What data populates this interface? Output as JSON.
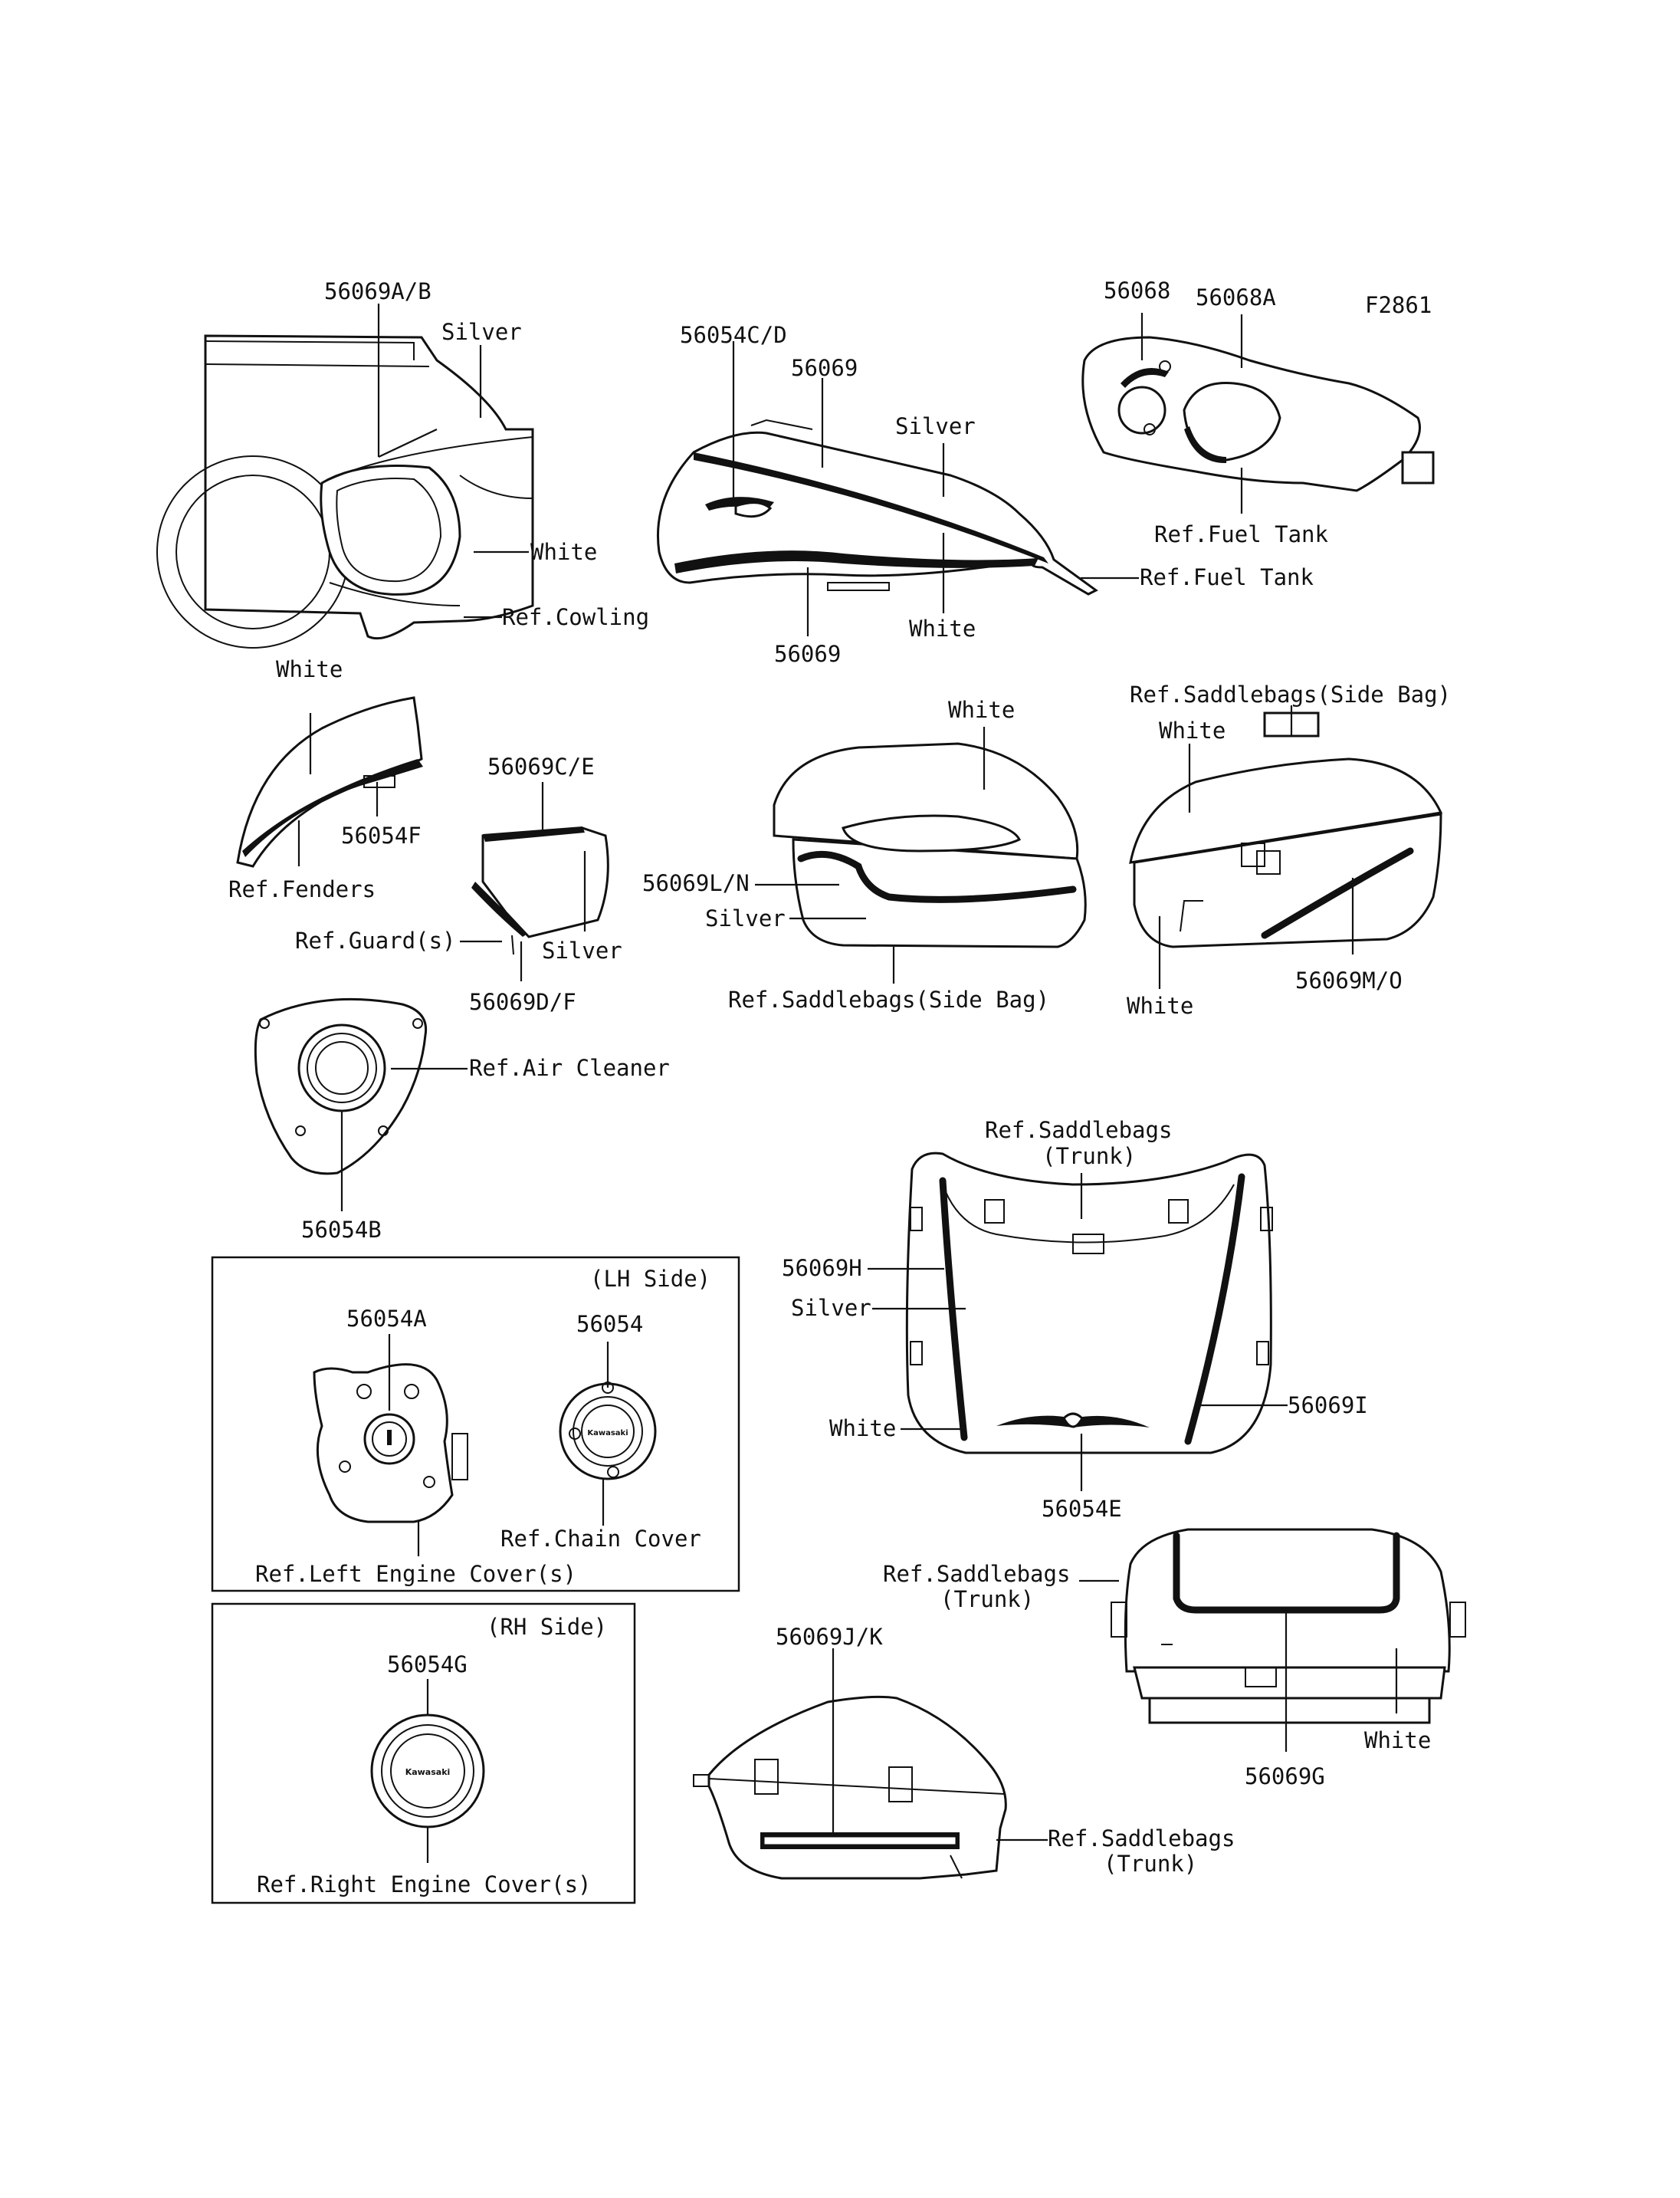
{
  "figure_id": "F2861",
  "labels": {
    "cowl_part": "56069A/B",
    "cowl_silver": "Silver",
    "cowl_white": "White",
    "cowl_ref": "Ref.Cowling",
    "tank_part_cd": "56054C/D",
    "tank_part_top": "56069",
    "tank_silver": "Silver",
    "tank_ref": "Ref.Fuel Tank",
    "tank_white": "White",
    "tank_part_bottom": "56069",
    "tanktop_part_a": "56068",
    "tanktop_part_b": "56068A",
    "tanktop_ref": "Ref.Fuel Tank",
    "fender_white": "White",
    "fender_part": "56054F",
    "fender_ref": "Ref.Fenders",
    "guard_part_top": "56069C/E",
    "guard_silver": "Silver",
    "guard_ref": "Ref.Guard(s)",
    "guard_part_bottom": "56069D/F",
    "sbl_white": "White",
    "sbl_part": "56069L/N",
    "sbl_silver": "Silver",
    "sbl_ref": "Ref.Saddlebags(Side Bag)",
    "sbr_ref": "Ref.Saddlebags(Side Bag)",
    "sbr_white_top": "White",
    "sbr_white_bottom": "White",
    "sbr_part": "56069M/O",
    "air_ref": "Ref.Air Cleaner",
    "air_part": "56054B",
    "trunk_front_ref_l1": "Ref.Saddlebags",
    "trunk_front_ref_l2": "(Trunk)",
    "trunk_front_part_h": "56069H",
    "trunk_front_silver": "Silver",
    "trunk_front_white": "White",
    "trunk_front_part_i": "56069I",
    "trunk_front_part_e": "56054E",
    "lh_side": "(LH Side)",
    "lh_part_a": "56054A",
    "lh_part": "56054",
    "lh_chain_ref": "Ref.Chain Cover",
    "lh_engine_ref": "Ref.Left Engine Cover(s)",
    "rh_side": "(RH Side)",
    "rh_part": "56054G",
    "rh_ref": "Ref.Right Engine Cover(s)",
    "trunk_rear_ref_l1": "Ref.Saddlebags",
    "trunk_rear_ref_l2": "(Trunk)",
    "trunk_rear_white": "White",
    "trunk_rear_part": "56069G",
    "trunk_side_part": "56069J/K",
    "trunk_side_ref_l1": "Ref.Saddlebags",
    "trunk_side_ref_l2": "(Trunk)"
  },
  "emblem_text": "Kawasaki"
}
